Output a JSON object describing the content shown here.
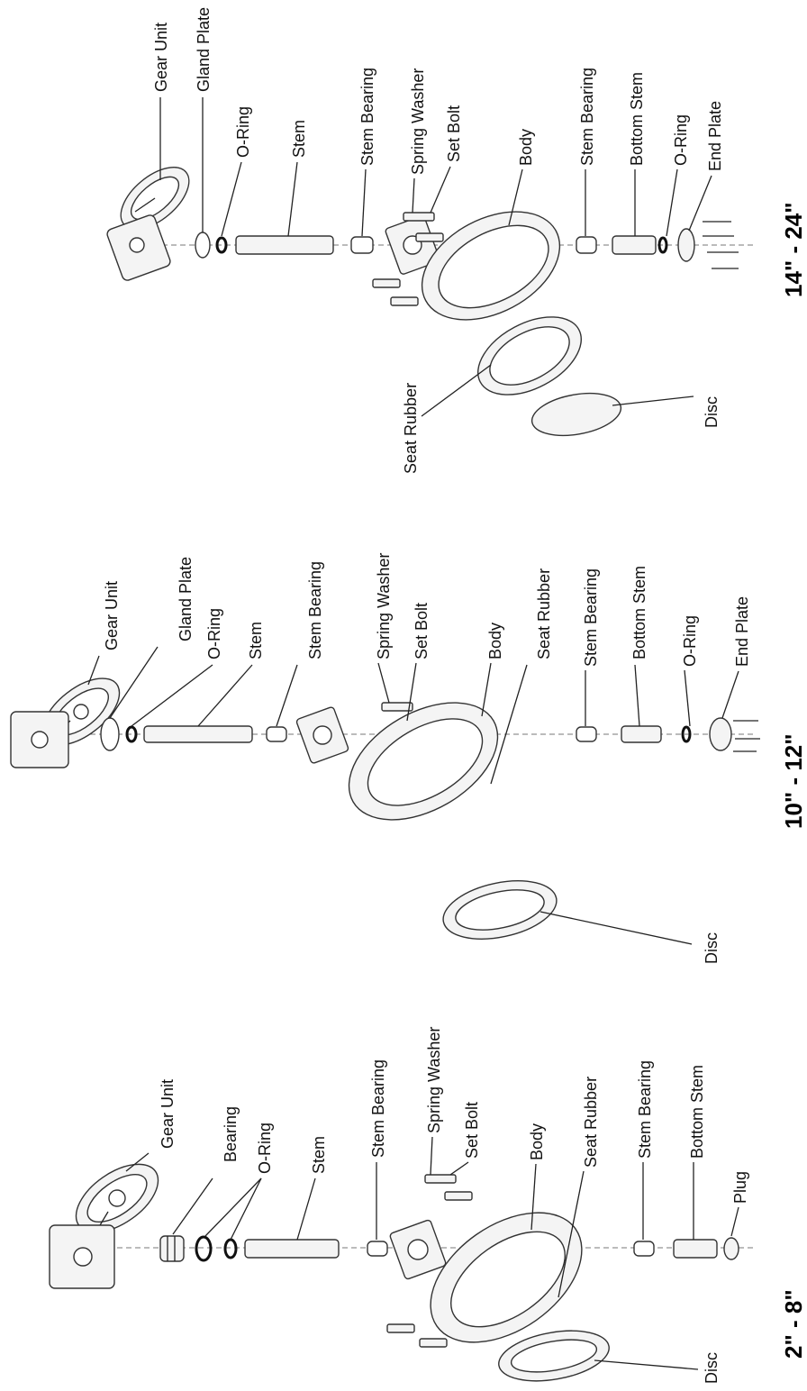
{
  "panels": [
    {
      "size": "2\" - 8\"",
      "labels": [
        "Gear Unit",
        "Bearing",
        "O-Ring",
        "Stem",
        "Stem Bearing",
        "Spring Washer",
        "Set Bolt",
        "Body",
        "Seat Rubber",
        "Stem Bearing",
        "Bottom Stem",
        "Plug",
        "Disc"
      ]
    },
    {
      "size": "10\" - 12\"",
      "labels": [
        "Gear Unit",
        "Gland Plate",
        "O-Ring",
        "Stem",
        "Stem Bearing",
        "Spring Washer",
        "Set Bolt",
        "Body",
        "Seat Rubber",
        "Stem Bearing",
        "Bottom Stem",
        "O-Ring",
        "End Plate",
        "Disc"
      ]
    },
    {
      "size": "14\" - 24\"",
      "labels": [
        "Gear Unit",
        "Gland Plate",
        "O-Ring",
        "Stem",
        "Stem Bearing",
        "Spring Washer",
        "Set Bolt",
        "Body",
        "Stem Bearing",
        "Bottom Stem",
        "O-Ring",
        "End Plate",
        "Seat Rubber",
        "Disc"
      ]
    }
  ]
}
